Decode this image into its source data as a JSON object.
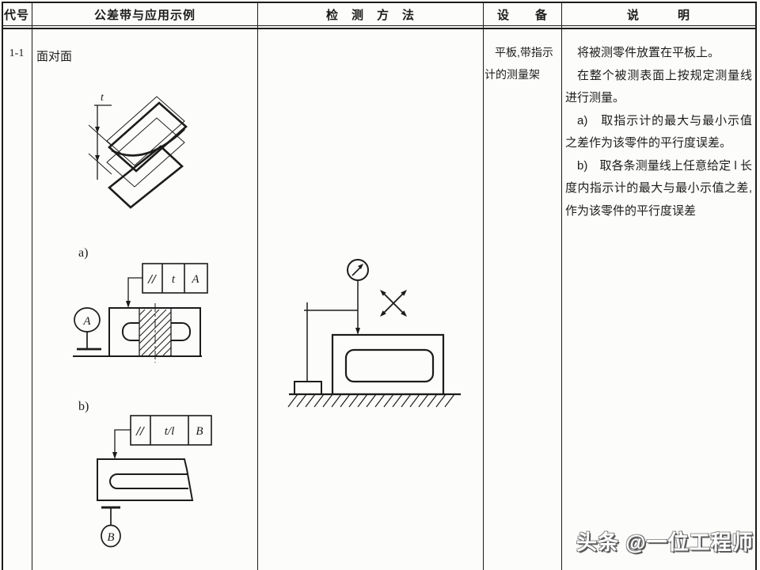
{
  "header": {
    "code": "代号",
    "tolerance": "公差带与应用示例",
    "method": "检　测　方　法",
    "equipment": "设　　备",
    "notes": "说　　　明"
  },
  "row": {
    "code": "1-1",
    "case_label": "面对面",
    "tolerance_zone": {
      "dim": "t"
    },
    "example_a": {
      "label": "a)",
      "fcf_symbol": "//",
      "fcf_tolerance": "t",
      "fcf_datum": "A",
      "datum_circle": "A"
    },
    "example_b": {
      "label": "b)",
      "fcf_symbol": "//",
      "fcf_tolerance": "t/l",
      "fcf_datum": "B",
      "datum_circle": "B"
    },
    "equipment_lines": [
      "平板,带指示",
      "计的测量架"
    ],
    "notes_paragraphs": [
      "将被测零件放置在平板上。",
      "在整个被测表面上按规定测量线进行测量。",
      "a)　取指示计的最大与最小示值之差作为该零件的平行度误差。",
      "b)　取各条测量线上任意给定 l 长度内指示计的最大与最小示值之差,作为该零件的平行度误差"
    ]
  },
  "watermark": "头条 @一位工程师",
  "colors": {
    "ink": "#1c1c1c",
    "paper": "#fcfcfa"
  }
}
